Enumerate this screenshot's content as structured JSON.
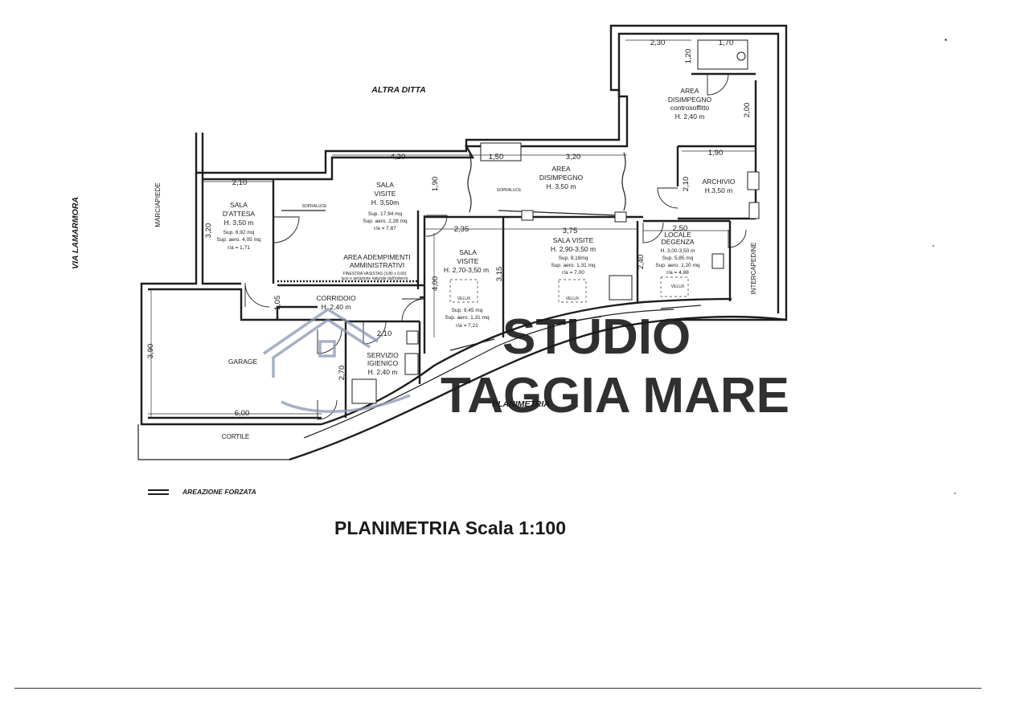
{
  "surroundings": {
    "neighbour": "ALTRA DITTA",
    "street": "VIA LAMARMORA",
    "sidewalk": "MARCIAPIEDE",
    "courtyard": "CORTILE",
    "cavity": "INTERCAPEDINE",
    "plan_label": "PLANIMETRIA"
  },
  "rooms": {
    "sala_attesa": {
      "name1": "SALA",
      "name2": "D'ATTESA",
      "height": "H. 3,50 m",
      "area": "Sup. 6,92 mq",
      "vent": "Sup. aero. 4,05 mq",
      "ratio": "r/a = 1,71"
    },
    "sala_visite_main": {
      "name1": "SALA",
      "name2": "VISITE",
      "height": "H. 3,50m",
      "area": "Sup. 17,94 mq",
      "vent": "Sup. aero. 2,28 mq",
      "ratio": "r/a = 7,87"
    },
    "area_adempimenti": {
      "name1": "AREA ADEMPIMENTI",
      "name2": "AMMINISTRATIVI",
      "window_note1": "FINESTRA VASISTAS (3,80 x 0,60)",
      "window_note2": "luce e aerazione naturale dall'esterno"
    },
    "area_disimpegno_center": {
      "name1": "AREA",
      "name2": "DISIMPEGNO",
      "height": "H. 3,50 m"
    },
    "area_disimpegno_top": {
      "name1": "AREA",
      "name2": "DISIMPEGNO",
      "ceiling": "controsoffitto",
      "height": "H. 2,40 m"
    },
    "archivio": {
      "name": "ARCHIVIO",
      "height": "H.3,50 m"
    },
    "sala_visite_small": {
      "name1": "SALA",
      "name2": "VISITE",
      "height": "H. 2,70-3,50 m",
      "skylight": "VELUX",
      "area": "Sup. 9,45 mq",
      "vent": "Sup. aero. 1,31 mq",
      "ratio": "r/a = 7,21"
    },
    "sala_visite_right": {
      "name": "SALA VISITE",
      "height": "H. 2,90-3,50 m",
      "area": "Sup. 9,18mq",
      "vent": "Sup. aero. 1,31 mq",
      "ratio": "r/a = 7,00",
      "skylight": "VELUX"
    },
    "locale_degenza": {
      "name1": "LOCALE",
      "name2": "DEGENZA",
      "height": "H. 3,00-3,50 m",
      "area": "Sup. 5,85 mq",
      "vent": "Sup. aero. 1,20 mq",
      "ratio": "r/a = 4,88",
      "skylight": "VELUX"
    },
    "corridoio": {
      "name": "CORRIDOIO",
      "height": "H. 2,40 m"
    },
    "servizio_igienico": {
      "name1": "SERVIZIO",
      "name2": "IGIENICO",
      "height": "H. 2,40 m"
    },
    "garage": {
      "name": "GARAGE"
    }
  },
  "sopraluce": [
    "SOPRALUCE",
    "SOPRALUCE"
  ],
  "dimensions": {
    "d_2_30": "2,30",
    "d_1_70": "1,70",
    "d_1_20": "1,20",
    "d_2_00": "2,00",
    "d_1_90_top": "1,90",
    "d_2_10_archivio": "2,10",
    "d_4_20": "4,20",
    "d_1_50": "1,50",
    "d_3_20": "3,20",
    "d_2_10_attesa": "2,10",
    "d_3_20_attesa": "3,20",
    "d_1_90_side": "1,90",
    "d_2_35": "2,35",
    "d_3_75": "3,75",
    "d_2_50": "2,50",
    "d_2_40": "2,40",
    "d_3_15": "3,15",
    "d_4_00": "4,00",
    "d_1_05": "1,05",
    "d_2_10_wc": "2,10",
    "d_2_70": "2,70",
    "d_3_90": "3,90",
    "d_6_00": "6,00"
  },
  "watermark": {
    "line1": "STUDIO",
    "line2": "TAGGIA MARE"
  },
  "legend": {
    "label": "AREAZIONE FORZATA"
  },
  "title": "PLANIMETRIA Scala 1:100"
}
